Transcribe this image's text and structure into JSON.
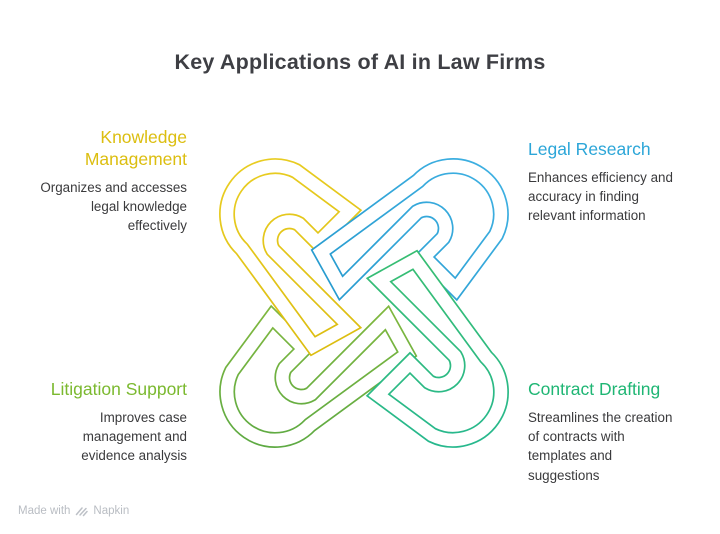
{
  "title": "Key Applications of AI in Law Firms",
  "sections": {
    "knowledge_management": {
      "heading": "Knowledge\nManagement",
      "body": "Organizes and accesses\nlegal knowledge\neffectively",
      "color": "#dcbe10"
    },
    "legal_research": {
      "heading": "Legal Research",
      "body": "Enhances efficiency and\naccuracy in finding\nrelevant information",
      "color": "#2ca6d8"
    },
    "litigation_support": {
      "heading": "Litigation Support",
      "body": "Improves case\nmanagement and\nevidence analysis",
      "color": "#7bb92f"
    },
    "contract_drafting": {
      "heading": "Contract Drafting",
      "body": "Streamlines the creation\nof contracts with\ntemplates and\nsuggestions",
      "color": "#1fb674"
    }
  },
  "knot": {
    "colors": {
      "yellow_a": "#e9cd22",
      "yellow_b": "#dcbd10",
      "blue_a": "#3fb1e3",
      "blue_b": "#2397cb",
      "green_a": "#3fc065",
      "green_b": "#27b88d",
      "lime_a": "#a6c83a",
      "lime_b": "#5ca943"
    }
  },
  "footer": {
    "prefix": "Made with",
    "brand": "Napkin"
  }
}
